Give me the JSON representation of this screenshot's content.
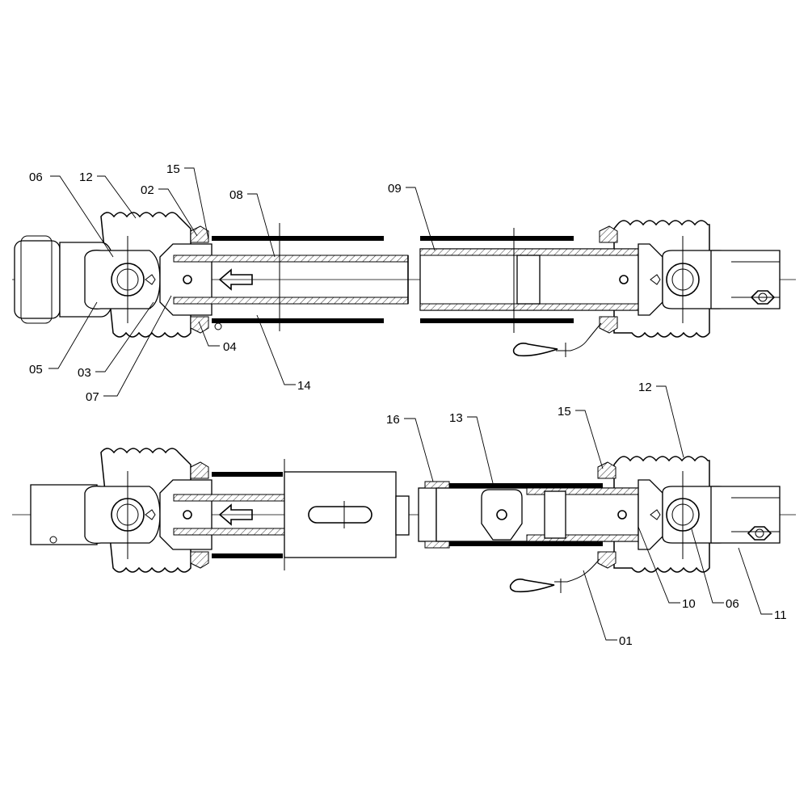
{
  "labels": {
    "top_left": {
      "l06": "06",
      "l12": "12",
      "l15": "15",
      "l02": "02",
      "l05": "05",
      "l03": "03",
      "l07": "07",
      "l04": "04"
    },
    "top_center": {
      "l08": "08",
      "l14": "14",
      "l09": "09"
    },
    "bottom_right": {
      "l16": "16",
      "l13": "13",
      "l15": "15",
      "l12": "12",
      "l10": "10",
      "l06": "06",
      "l11": "11",
      "l01": "01"
    }
  }
}
